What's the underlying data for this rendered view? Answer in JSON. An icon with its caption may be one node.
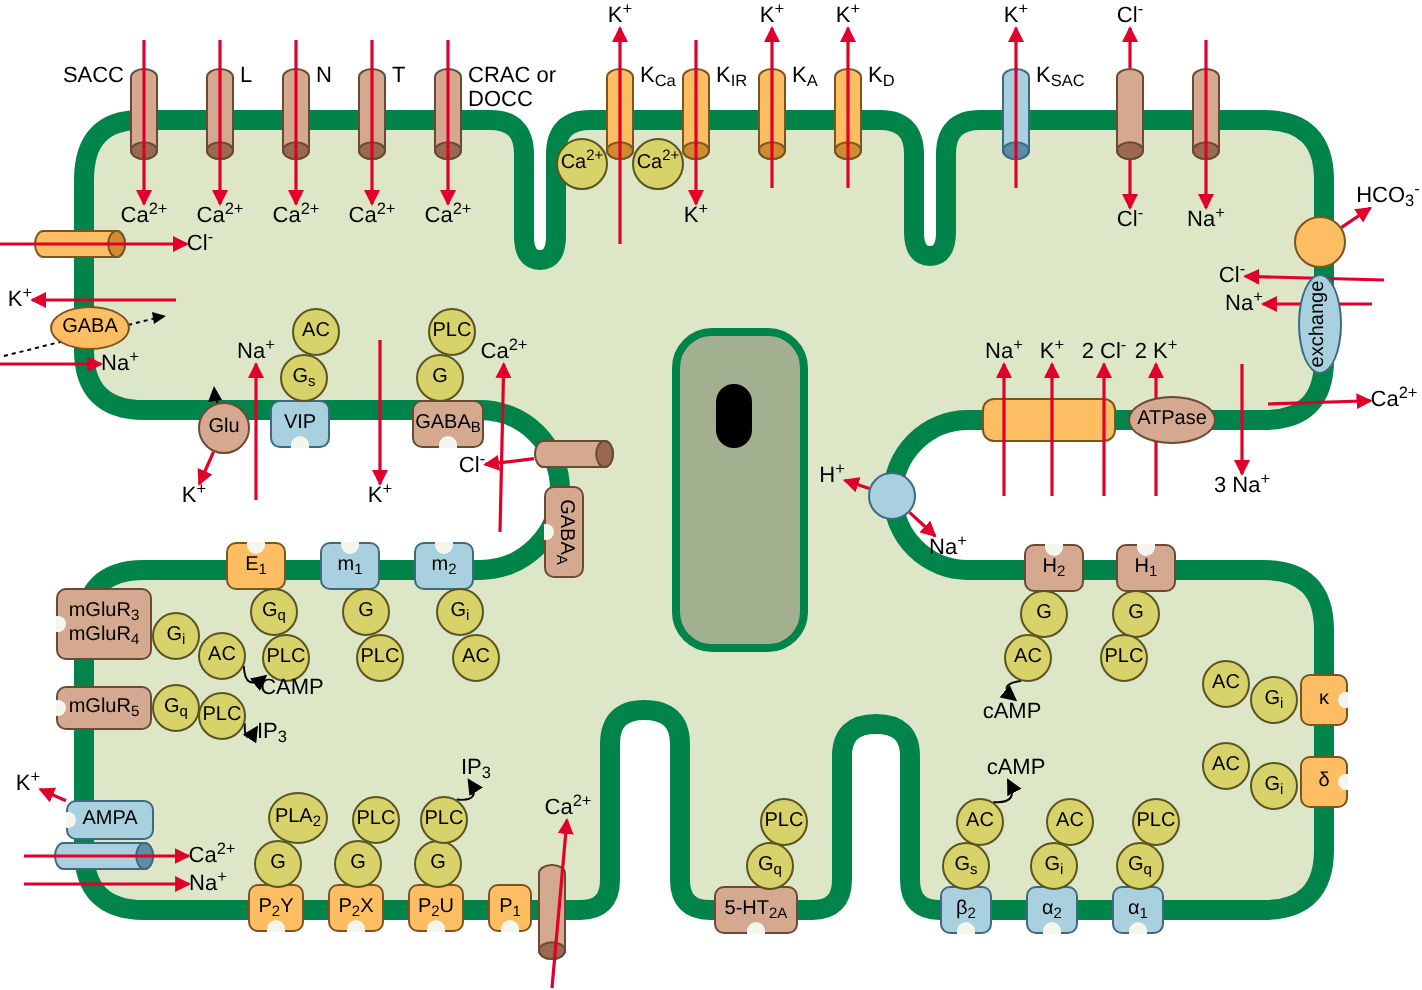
{
  "diagram": {
    "nodes": [
      {
        "text": [],
        "shape": "cylinder",
        "beside": [
          "SACC"
        ]
      },
      {
        "text": [
          "Ca$^{2+}$"
        ]
      },
      {
        "text": [],
        "shape": "cylinder",
        "beside": [
          "L"
        ]
      },
      {
        "text": [
          "Ca$^{2+}$"
        ]
      },
      {
        "text": [],
        "shape": "cylinder",
        "beside": [
          "N"
        ]
      },
      {
        "text": [
          "Ca$^{2+}$"
        ]
      },
      {
        "text": [],
        "shape": "cylinder",
        "beside": [
          "T"
        ]
      },
      {
        "text": [
          "Ca$^{2+}$"
        ]
      },
      {
        "text": [],
        "shape": "cylinder",
        "beside": [
          "CRAC or DOCC"
        ]
      },
      {
        "text": [
          "Ca$^{2+}$"
        ]
      },
      {
        "text": [],
        "shape": "cylinder",
        "beside": [
          "K$_{Ca}$"
        ]
      },
      {
        "text": [
          "K$^{+}$"
        ]
      },
      {
        "text": [
          "Ca$^{2+}$"
        ]
      },
      {
        "text": [
          "Ca$^{2+}$"
        ]
      },
      {
        "text": [],
        "shape": "cylinder",
        "beside": [
          "K$_{IR}$"
        ]
      },
      {
        "text": [
          "K$^{+}$"
        ]
      },
      {
        "text": [],
        "shape": "cylinder",
        "beside": [
          "K$_{A}$"
        ]
      },
      {
        "text": [
          "K$^{+}$"
        ]
      },
      {
        "text": [],
        "shape": "cylinder",
        "beside": [
          "K$_{D}$"
        ]
      },
      {
        "text": [
          "K$^{+}$"
        ]
      },
      {
        "text": [],
        "shape": "cylinder",
        "beside": [
          "K$_{SAC}$"
        ]
      },
      {
        "text": [
          "K$^{+}$"
        ]
      },
      {
        "text": [],
        "shape": "cylinder"
      },
      {
        "text": [
          "Cl$^{-}$"
        ]
      },
      {
        "text": [
          "Cl$^{-}$"
        ]
      },
      {
        "text": [],
        "shape": "cylinder"
      },
      {
        "text": [
          "Na$^{+}$"
        ]
      },
      {
        "text": [],
        "shape": "circle"
      },
      {
        "text": [
          "HCO$_{3}$$^{-}$"
        ]
      },
      {
        "text": [
          "Cl$^{-}$"
        ]
      },
      {
        "text": [
          "exchange"
        ]
      },
      {
        "text": [
          "Na$^{+}$"
        ]
      },
      {
        "text": [
          "Ca$^{2+}$"
        ]
      },
      {
        "text": [],
        "shape": "cylinder"
      },
      {
        "text": [
          "Cl$^{-}$"
        ]
      },
      {
        "text": [
          "GABA"
        ]
      },
      {
        "text": [
          "K$^{+}$"
        ]
      },
      {
        "text": [
          "Na$^{+}$"
        ]
      },
      {
        "text": [
          "Glu"
        ]
      },
      {
        "text": [
          "K$^{+}$"
        ]
      },
      {
        "text": [
          "Na$^{+}$"
        ]
      },
      {
        "text": [
          "VIP"
        ]
      },
      {
        "text": [
          "G$_{s}$"
        ]
      },
      {
        "text": [
          "AC"
        ]
      },
      {
        "text": [
          "GABA$_{B}$"
        ]
      },
      {
        "text": [
          "G"
        ]
      },
      {
        "text": [
          "PLC"
        ]
      },
      {
        "text": [
          "Ca$^{2+}$"
        ]
      },
      {
        "text": [
          "K$^{+}$"
        ]
      },
      {
        "text": [],
        "shape": "cylinder"
      },
      {
        "text": [
          "Cl$^{-}$"
        ]
      },
      {
        "text": [
          "GABA$_{A}$"
        ]
      },
      {
        "text": [],
        "shape": "box"
      },
      {
        "text": [
          "Na$^{+}$"
        ]
      },
      {
        "text": [
          "K$^{+}$"
        ]
      },
      {
        "text": [
          "2 Cl$^{-}$"
        ]
      },
      {
        "text": [
          "ATPase"
        ]
      },
      {
        "text": [
          "2 K$^{+}$"
        ]
      },
      {
        "text": [
          "3 Na$^{+}$"
        ]
      },
      {
        "text": [],
        "shape": "circle"
      },
      {
        "text": [
          "H$^{+}$"
        ]
      },
      {
        "text": [
          "Na$^{+}$"
        ]
      },
      {
        "text": [
          "H$_{2}$"
        ]
      },
      {
        "text": [
          "G"
        ]
      },
      {
        "text": [
          "AC"
        ]
      },
      {
        "text": [
          "cAMP"
        ]
      },
      {
        "text": [
          "H$_{1}$"
        ]
      },
      {
        "text": [
          "G"
        ]
      },
      {
        "text": [
          "PLC"
        ]
      },
      {
        "text": [
          "E$_{1}$"
        ]
      },
      {
        "text": [
          "G$_{q}$"
        ]
      },
      {
        "text": [
          "PLC"
        ]
      },
      {
        "text": [
          "m$_{1}$"
        ]
      },
      {
        "text": [
          "G"
        ]
      },
      {
        "text": [
          "PLC"
        ]
      },
      {
        "text": [
          "m$_{2}$"
        ]
      },
      {
        "text": [
          "G$_{i}$"
        ]
      },
      {
        "text": [
          "AC"
        ]
      },
      {
        "text": [
          "mGluR$_{3}$",
          "mGluR$_{4}$"
        ]
      },
      {
        "text": [
          "G$_{i}$"
        ]
      },
      {
        "text": [
          "AC"
        ]
      },
      {
        "text": [
          "CAMP"
        ]
      },
      {
        "text": [
          "mGluR$_{5}$"
        ]
      },
      {
        "text": [
          "G$_{q}$"
        ]
      },
      {
        "text": [
          "PLC"
        ]
      },
      {
        "text": [
          "IP$_{3}$"
        ]
      },
      {
        "text": [
          "AMPA"
        ]
      },
      {
        "text": [],
        "shape": "cylinder"
      },
      {
        "text": [
          "K$^{+}$"
        ]
      },
      {
        "text": [
          "Ca$^{2+}$"
        ]
      },
      {
        "text": [
          "Na$^{+}$"
        ]
      },
      {
        "text": [
          "P$_{2}$Y"
        ]
      },
      {
        "text": [
          "G"
        ]
      },
      {
        "text": [
          "PLA$_{2}$"
        ]
      },
      {
        "text": [
          "P$_{2}$X"
        ]
      },
      {
        "text": [
          "G"
        ]
      },
      {
        "text": [
          "PLC"
        ]
      },
      {
        "text": [
          "P$_{2}$U"
        ]
      },
      {
        "text": [
          "G"
        ]
      },
      {
        "text": [
          "PLC"
        ]
      },
      {
        "text": [
          "IP$_{3}$"
        ]
      },
      {
        "text": [
          "P$_{1}$"
        ]
      },
      {
        "text": [],
        "shape": "cylinder"
      },
      {
        "text": [
          "Ca$^{2+}$"
        ]
      },
      {
        "text": [
          "5-HT$_{2A}$"
        ]
      },
      {
        "text": [
          "G$_{q}$"
        ]
      },
      {
        "text": [
          "PLC"
        ]
      },
      {
        "text": [
          "β$_{2}$"
        ]
      },
      {
        "text": [
          "G$_{s}$"
        ]
      },
      {
        "text": [
          "AC"
        ]
      },
      {
        "text": [
          "cAMP"
        ]
      },
      {
        "text": [
          "α$_{2}$"
        ]
      },
      {
        "text": [
          "G$_{i}$"
        ]
      },
      {
        "text": [
          "AC"
        ]
      },
      {
        "text": [
          "α$_{1}$"
        ]
      },
      {
        "text": [
          "G$_{q}$"
        ]
      },
      {
        "text": [
          "PLC"
        ]
      },
      {
        "text": [
          "κ"
        ]
      },
      {
        "text": [
          "G$_{i}$"
        ]
      },
      {
        "text": [
          "AC"
        ]
      },
      {
        "text": [
          "δ"
        ]
      },
      {
        "text": [
          "G$_{i}$"
        ]
      },
      {
        "text": [
          "AC"
        ]
      }
    ],
    "edges": [
      {
        "from": null,
        "to": 1,
        "arrow": "to"
      },
      {
        "from": null,
        "to": 3,
        "arrow": "to"
      },
      {
        "from": null,
        "to": 5,
        "arrow": "to"
      },
      {
        "from": null,
        "to": 7,
        "arrow": "to"
      },
      {
        "from": null,
        "to": 9,
        "arrow": "to"
      },
      {
        "from": null,
        "to": 11,
        "arrow": "to"
      },
      {
        "from": null,
        "to": 15,
        "arrow": "to"
      },
      {
        "from": null,
        "to": 17,
        "arrow": "to"
      },
      {
        "from": null,
        "to": 19,
        "arrow": "to"
      },
      {
        "from": null,
        "to": 21,
        "arrow": "to"
      },
      {
        "from": 22,
        "to": 23,
        "arrow": "to"
      },
      {
        "from": 22,
        "to": 24,
        "arrow": "to"
      },
      {
        "from": null,
        "to": 26,
        "arrow": "to"
      },
      {
        "from": 27,
        "to": 28,
        "arrow": "to"
      },
      {
        "from": null,
        "to": 29,
        "arrow": "to"
      },
      {
        "from": null,
        "to": 31,
        "arrow": "to"
      },
      {
        "from": null,
        "to": 32,
        "arrow": "to"
      },
      {
        "from": null,
        "to": 34,
        "arrow": "to"
      },
      {
        "from": null,
        "to": 36,
        "arrow": "to"
      },
      {
        "from": null,
        "to": 37,
        "arrow": "to"
      },
      {
        "from": 38,
        "to": 39,
        "arrow": "to"
      },
      {
        "from": null,
        "to": 40,
        "arrow": "to"
      },
      {
        "from": null,
        "to": 47,
        "arrow": "to"
      },
      {
        "from": null,
        "to": 48,
        "arrow": "to"
      },
      {
        "from": 49,
        "to": 50,
        "arrow": "to"
      },
      {
        "from": null,
        "to": 53,
        "arrow": "to"
      },
      {
        "from": null,
        "to": 54,
        "arrow": "to"
      },
      {
        "from": null,
        "to": 55,
        "arrow": "to"
      },
      {
        "from": null,
        "to": 57,
        "arrow": "to"
      },
      {
        "from": null,
        "to": 58,
        "arrow": "to"
      },
      {
        "from": 59,
        "to": 60,
        "arrow": "to"
      },
      {
        "from": 59,
        "to": 61,
        "arrow": "to"
      },
      {
        "from": 64,
        "to": 65,
        "arrow": "to",
        "color": "#000000"
      },
      {
        "from": 80,
        "to": 81,
        "arrow": "to",
        "color": "#000000"
      },
      {
        "from": 84,
        "to": 85,
        "arrow": "to",
        "color": "#000000"
      },
      {
        "from": 86,
        "to": 88,
        "arrow": "to"
      },
      {
        "from": null,
        "to": 89,
        "arrow": "to"
      },
      {
        "from": null,
        "to": 90,
        "arrow": "to"
      },
      {
        "from": 99,
        "to": 100,
        "arrow": "to",
        "color": "#000000"
      },
      {
        "from": null,
        "to": 103,
        "arrow": "to"
      },
      {
        "from": 109,
        "to": 110,
        "arrow": "to",
        "color": "#000000"
      }
    ]
  }
}
